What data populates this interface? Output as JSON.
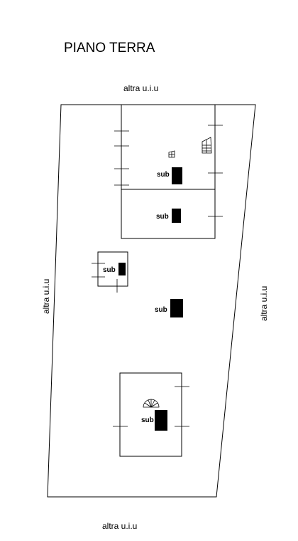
{
  "plan": {
    "title": "PIANO TERRA",
    "neighbors": {
      "top": "altra u.i.u",
      "bottom": "altra u.i.u",
      "left": "altra u.i.u",
      "right": "altra u.i.u"
    },
    "subunit_label": "sub",
    "colors": {
      "ink": "#000000",
      "background": "#ffffff"
    },
    "icons": [
      "stair-icon",
      "arc-stair-icon"
    ]
  }
}
